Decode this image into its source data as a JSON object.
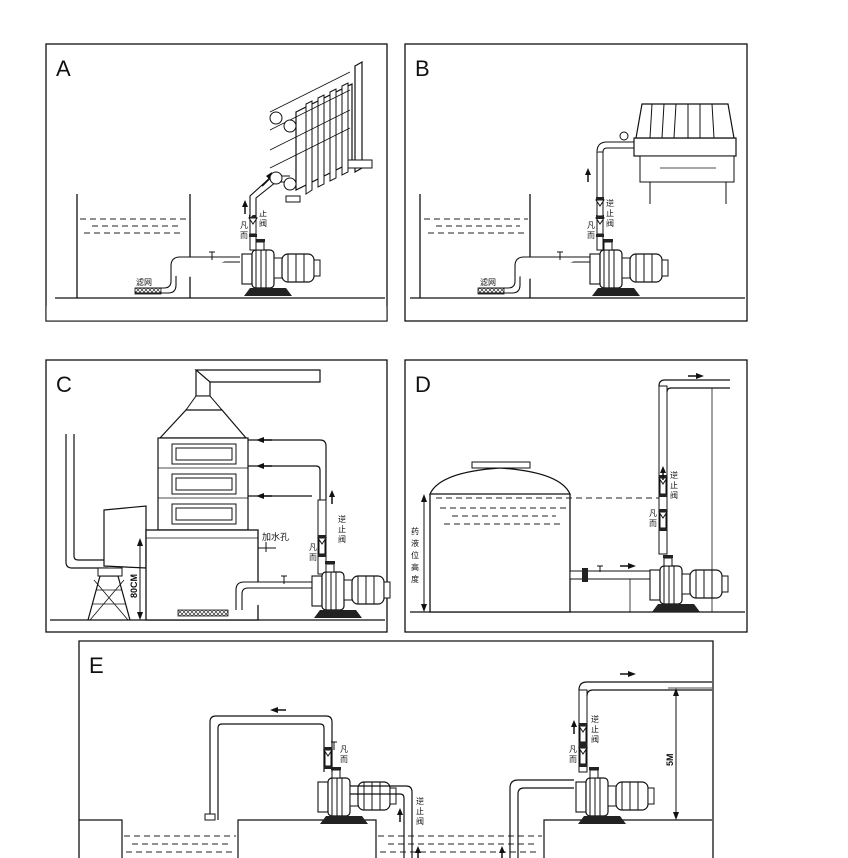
{
  "panels": {
    "A": {
      "letter": "A",
      "filter_label": "滤网",
      "check_valve_label": [
        "逆",
        "止",
        "阀"
      ],
      "flange_label": [
        "凡",
        "而"
      ]
    },
    "B": {
      "letter": "B",
      "filter_label": "滤网",
      "check_valve_label": [
        "逆",
        "止",
        "阀"
      ],
      "flange_label": [
        "凡",
        "而"
      ]
    },
    "C": {
      "letter": "C",
      "fill_hole_label": "加水孔",
      "height_label": "80CM",
      "check_valve_label": [
        "逆",
        "止",
        "阀"
      ],
      "flange_label": [
        "凡",
        "而"
      ]
    },
    "D": {
      "letter": "D",
      "level_label": [
        "药",
        "液",
        "位",
        "高",
        "度"
      ],
      "check_valve_label": [
        "逆",
        "止",
        "阀"
      ],
      "flange_label": [
        "凡",
        "而"
      ]
    },
    "E": {
      "letter": "E",
      "height_label": "5M",
      "check_valve_label_left": [
        "逆",
        "止",
        "阀"
      ],
      "flange_label_left": [
        "凡",
        "而"
      ],
      "check_valve_label_right": [
        "逆",
        "止",
        "阀"
      ],
      "flange_label_right": [
        "凡",
        "而"
      ]
    }
  },
  "icons": [
    "pump-icon",
    "check-valve-icon",
    "flow-arrow-icon",
    "filter-screen-icon",
    "heat-exchanger-icon",
    "filter-press-icon",
    "scrubber-tower-icon",
    "storage-tank-icon"
  ]
}
